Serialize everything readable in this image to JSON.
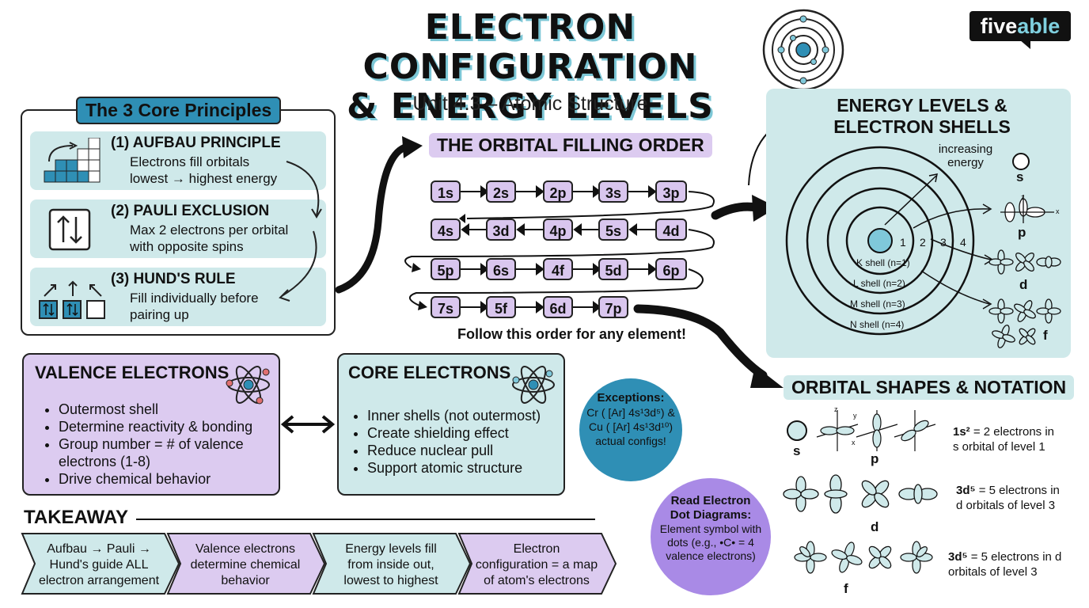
{
  "header": {
    "title_line1": "ELECTRON CONFIGURATION",
    "title_line2": "& ENERGY LEVELS",
    "subtitle": "Unit 4.3 – Atomic Structure",
    "logo_part1": "five",
    "logo_part2": "able"
  },
  "core_principles": {
    "heading": "The 3 Core Principles",
    "items": [
      {
        "title": "(1) AUFBAU PRINCIPLE",
        "text": "Electrons fill orbitals\nlowest → highest energy"
      },
      {
        "title": "(2) PAULI EXCLUSION",
        "text": "Max 2 electrons per orbital\nwith opposite spins"
      },
      {
        "title": "(3) HUND'S RULE",
        "text": "Fill individually before\npairing up"
      }
    ]
  },
  "filling_order": {
    "heading": "THE ORBITAL FILLING ORDER",
    "rows": [
      [
        "1s",
        "2s",
        "2p",
        "3s",
        "3p"
      ],
      [
        "4s",
        "3d",
        "4p",
        "5s",
        "4d"
      ],
      [
        "5p",
        "6s",
        "4f",
        "5d",
        "6p"
      ],
      [
        "7s",
        "5f",
        "6d",
        "7p"
      ]
    ],
    "footer": "Follow this order for any element!"
  },
  "energy_levels": {
    "heading_line1": "ENERGY LEVELS &",
    "heading_line2": "ELECTRON SHELLS",
    "increasing_label": "increasing\nenergy",
    "shell_numbers": [
      "1",
      "2",
      "3",
      "4"
    ],
    "shells": [
      "K shell (n=1)",
      "L shell (n=2)",
      "M shell (n=3)",
      "N shell (n=4)"
    ],
    "orbital_letters": [
      "s",
      "p",
      "d",
      "f"
    ],
    "axis_labels": [
      "z",
      "x"
    ]
  },
  "valence": {
    "title": "VALENCE ELECTRONS",
    "bullets": [
      "Outermost shell",
      "Determine reactivity & bonding",
      "Group number = # of valence electrons (1-8)",
      "Drive chemical behavior"
    ]
  },
  "core_electrons": {
    "title": "CORE ELECTRONS",
    "bullets": [
      "Inner shells (not outermost)",
      "Create shielding effect",
      "Reduce nuclear pull",
      "Support atomic structure"
    ]
  },
  "exceptions": {
    "title": "Exceptions:",
    "line1": "Cr ( [Ar] 4s¹3d⁵) &",
    "line2": "Cu ( [Ar] 4s¹3d¹⁰)",
    "line3": "actual configs!"
  },
  "dot_diagrams": {
    "title": "Read Electron\nDot Diagrams:",
    "text": "Element symbol with\ndots (e.g., •C• = 4\nvalence electrons)"
  },
  "orbital_shapes": {
    "heading": "ORBITAL SHAPES & NOTATION",
    "letters": [
      "s",
      "p",
      "d",
      "f"
    ],
    "axis_labels": [
      "z",
      "y",
      "x"
    ],
    "notes": [
      {
        "term": "1s²",
        "text": " = 2 electrons in\ns orbital of level 1"
      },
      {
        "term": "3d⁵",
        "text": " = 5 electrons in\nd orbitals of level 3"
      },
      {
        "term": "3d⁵",
        "text": " = 5 electrons in d\norbitals of level 3"
      }
    ]
  },
  "takeaway": {
    "heading": "TAKEAWAY",
    "items": [
      "Aufbau → Pauli →\nHund's guide ALL\nelectron arrangement",
      "Valence electrons\ndetermine chemical\nbehavior",
      "Energy levels fill\nfrom inside out,\nlowest to highest",
      "Electron\nconfiguration = a map\nof atom's electrons"
    ]
  },
  "colors": {
    "teal": "#cfe9ea",
    "lavender": "#dccbf0",
    "blue": "#2f8fb5",
    "purple": "#a98ae6"
  }
}
